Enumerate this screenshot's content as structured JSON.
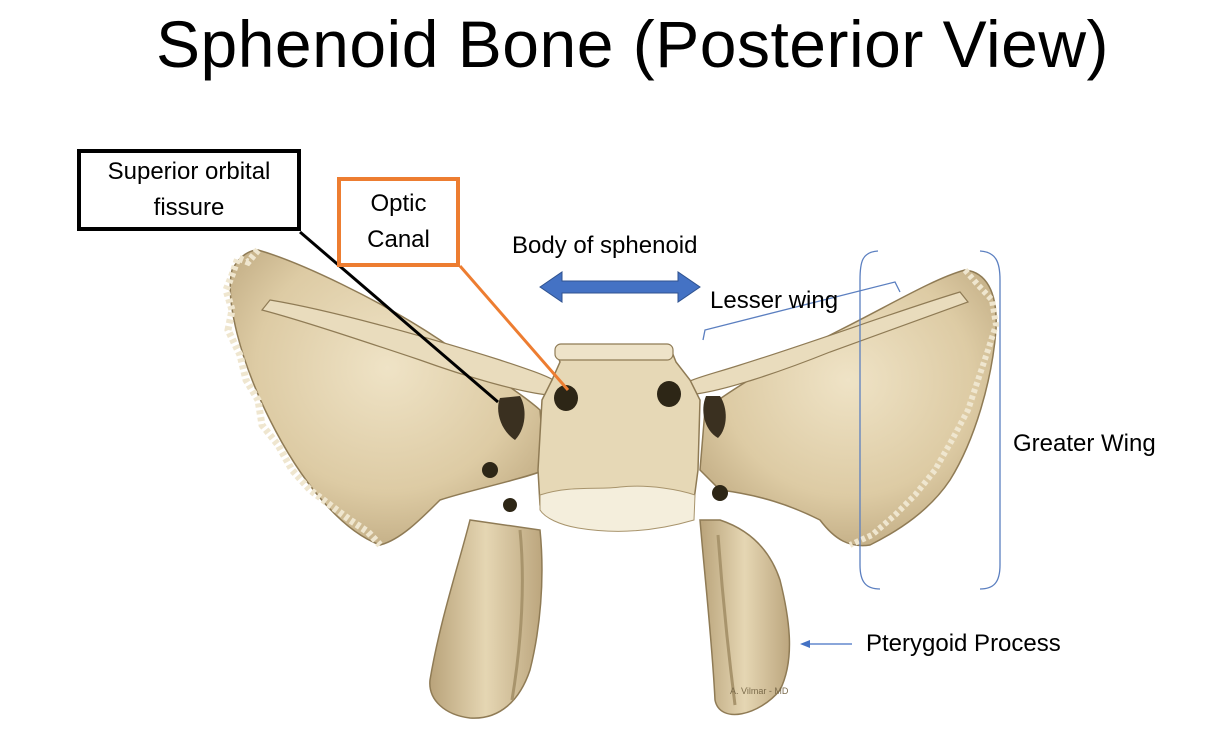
{
  "title": "Sphenoid Bone (Posterior View)",
  "labels": {
    "superior_orbital_fissure": [
      "Superior orbital",
      "fissure"
    ],
    "optic_canal": [
      "Optic",
      "Canal"
    ],
    "body_of_sphenoid": "Body of sphenoid",
    "lesser_wing": "Lesser wing",
    "greater_wing": "Greater Wing",
    "pterygoid_process": "Pterygoid Process"
  },
  "illustration_signature": "A. Vilmar - MD",
  "colors": {
    "bone": "#e2d2ae",
    "bone_shadow": "#c4b088",
    "bone_edge": "#8f7b55",
    "black_box": "#000000",
    "orange_box": "#ed7d31",
    "blue_arrow": "#4472c4",
    "blue_bracket": "#5b7fc0"
  }
}
